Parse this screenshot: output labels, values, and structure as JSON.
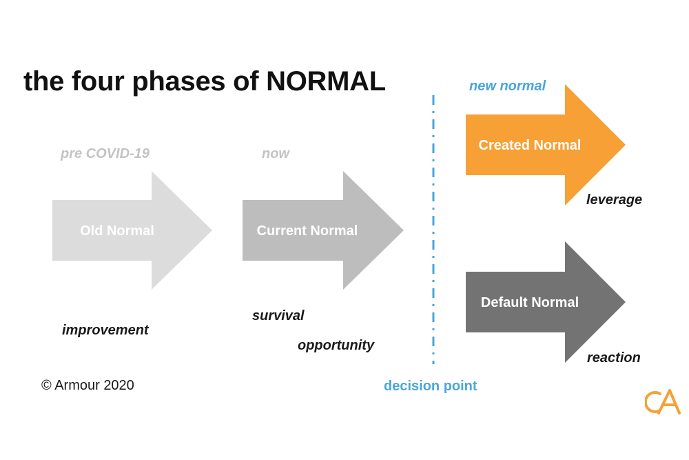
{
  "title": "the four phases of NORMAL",
  "phases": {
    "old": {
      "caption": "pre COVID-19",
      "arrow_label": "Old Normal",
      "outcome": "improvement",
      "color": "#dcdcdc"
    },
    "current": {
      "caption": "now",
      "arrow_label": "Current Normal",
      "outcomes": [
        "survival",
        "opportunity"
      ],
      "color": "#bdbdbd"
    },
    "created": {
      "caption": "new normal",
      "arrow_label": "Created Normal",
      "outcome": "leverage",
      "color": "#f7a035"
    },
    "default": {
      "arrow_label": "Default Normal",
      "outcome": "reaction",
      "color": "#737373"
    }
  },
  "decision_label": "decision point",
  "copyright": "© Armour 2020",
  "logo": {
    "text": "CA",
    "color": "#f7a035"
  },
  "colors": {
    "accent_blue": "#4aa6da"
  }
}
